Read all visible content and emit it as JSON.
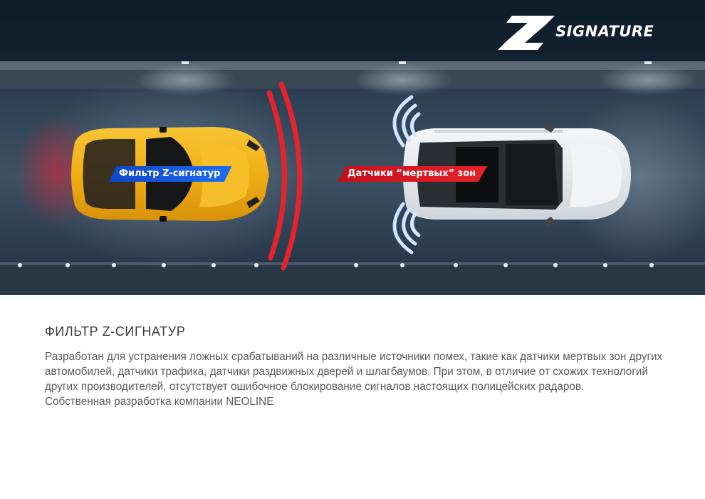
{
  "logo": {
    "letter": "Z",
    "text": "SIGNATURE"
  },
  "hero": {
    "label_filter": "Фильтр Z-сигнатур",
    "label_sensors": "Датчики “мертвых” зон",
    "colors": {
      "accent_red": "#e8222b",
      "accent_blue": "#1e6cf0",
      "sensor_wave": "#c9e4ff",
      "car_yellow": "#f3b41b",
      "car_white": "#eceff2"
    }
  },
  "content": {
    "title": "ФИЛЬТР Z-СИГНАТУР",
    "lines": [
      "Разработан для устранения ложных срабатываний на различные источники помех, такие как датчики мертвых зон других",
      "автомобилей, датчики трафика, датчики раздвижных дверей и шлагбаумов. При этом, в отличие от схожих технологий",
      "других производителей, отсутствует ошибочное блокирование сигналов настоящих полицейских радаров.",
      "Собственная разработка компании NEOLINE"
    ]
  }
}
